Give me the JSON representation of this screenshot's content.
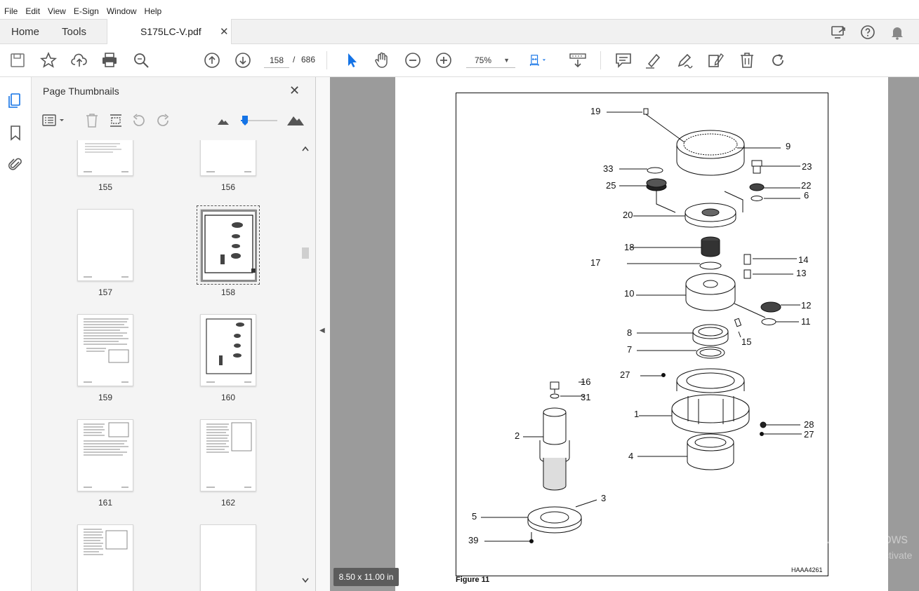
{
  "menu": [
    "File",
    "Edit",
    "View",
    "E-Sign",
    "Window",
    "Help"
  ],
  "tabs": {
    "home": "Home",
    "tools": "Tools",
    "document": "S175LC-V.pdf",
    "close": "✕"
  },
  "toolbar": {
    "current_page": "158",
    "page_sep": "/",
    "total_pages": "686",
    "zoom": "75%",
    "zoom_caret": "▼"
  },
  "thumbnails": {
    "title": "Page Thumbnails",
    "close": "✕",
    "pages": [
      {
        "label": "155"
      },
      {
        "label": "156"
      },
      {
        "label": "157"
      },
      {
        "label": "158",
        "selected": true
      },
      {
        "label": "159"
      },
      {
        "label": "160"
      },
      {
        "label": "161"
      },
      {
        "label": "162"
      }
    ]
  },
  "collapse_arrow": "◀",
  "document": {
    "figure_caption": "Figure 11",
    "figure_code": "HAAA4261",
    "page_size": "8.50 x 11.00 in",
    "callouts": [
      "19",
      "9",
      "33",
      "23",
      "25",
      "22",
      "6",
      "20",
      "18",
      "14",
      "17",
      "13",
      "10",
      "12",
      "11",
      "8",
      "15",
      "7",
      "27",
      "16",
      "31",
      "1",
      "28",
      "27",
      "2",
      "4",
      "3",
      "5",
      "39"
    ]
  },
  "watermark": {
    "line1": "Activate Windows",
    "line2": "Go to Settings to activate"
  },
  "colors": {
    "accent": "#1473e6",
    "doc_bg": "#9b9b9b",
    "pane_bg": "#f4f4f4"
  }
}
